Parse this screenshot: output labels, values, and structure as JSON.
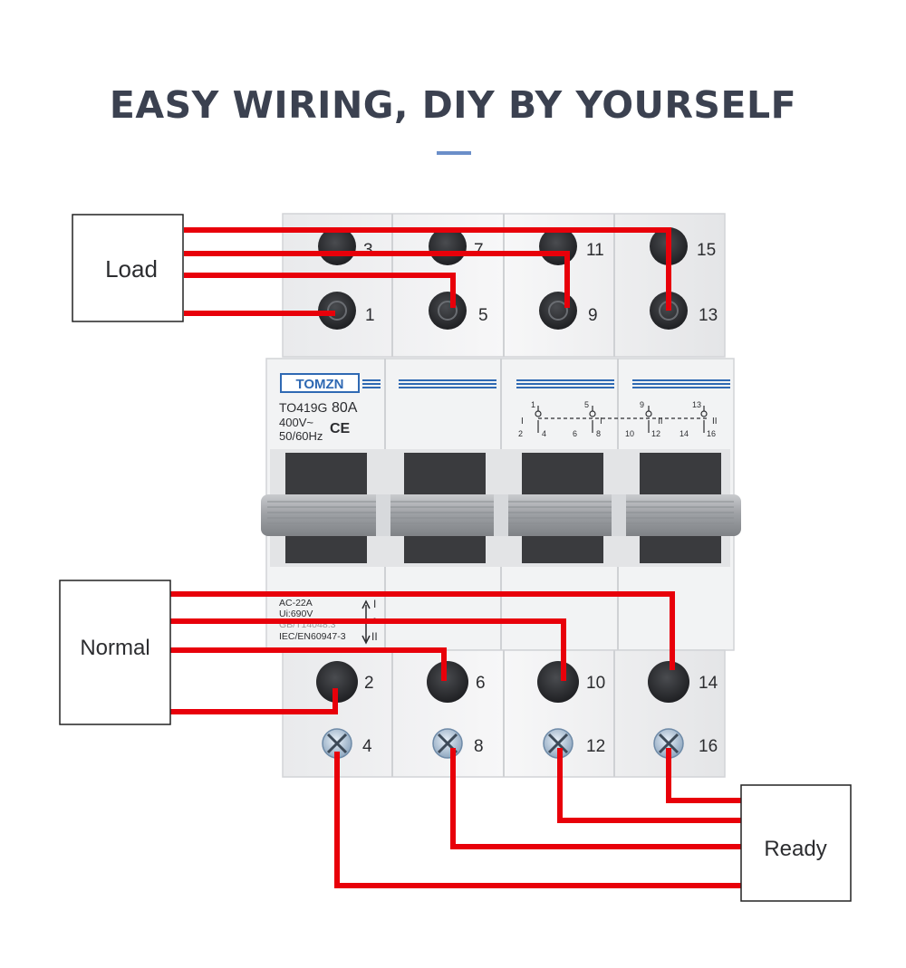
{
  "headline": "EASY WIRING, DIY BY YOURSELF",
  "colors": {
    "wire": "#e8000a",
    "headline": "#3b4150",
    "accent": "#6b8fc9",
    "terminal": "#2b2d31"
  },
  "boxes": {
    "load": "Load",
    "normal": "Normal",
    "ready": "Ready"
  },
  "device": {
    "brand": "TOMZN",
    "model": "TO419G",
    "current": "80A",
    "voltage": "400V~",
    "frequency": "50/60Hz",
    "ce_mark": "CE",
    "rating_lines": [
      "AC-22A",
      "Ui:690V",
      "GB/T14048.3",
      "IEC/EN60947-3"
    ],
    "position_marks": [
      "I",
      "0",
      "II"
    ],
    "schematic": {
      "top_numbers": [
        "1",
        "5",
        "9",
        "13"
      ],
      "bottom_numbers": [
        "2",
        "4",
        "6",
        "8",
        "10",
        "12",
        "14",
        "16"
      ],
      "roman": [
        "I",
        "I",
        "II",
        "II"
      ]
    }
  },
  "terminals": {
    "top_row_upper": [
      "3",
      "7",
      "11",
      "15"
    ],
    "top_row_lower": [
      "1",
      "5",
      "9",
      "13"
    ],
    "bottom_row_upper": [
      "2",
      "6",
      "10",
      "14"
    ],
    "bottom_row_lower": [
      "4",
      "8",
      "12",
      "16"
    ]
  }
}
